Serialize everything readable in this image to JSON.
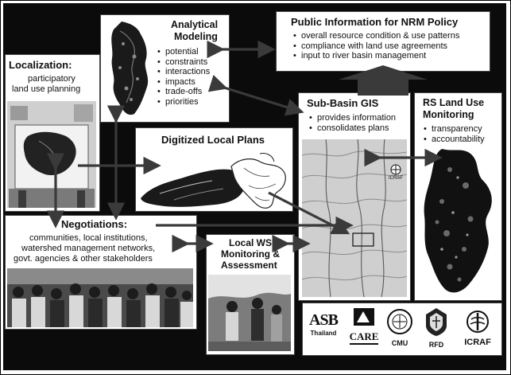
{
  "public_info": {
    "title": "Public Information for NRM Policy",
    "items": [
      "overall resource condition & use patterns",
      "compliance with land use agreements",
      "input to river basin management"
    ]
  },
  "analytical": {
    "title_line1": "Analytical",
    "title_line2": "Modeling",
    "items": [
      "potential",
      "constraints",
      "interactions",
      "impacts",
      "trade-offs",
      "priorities"
    ]
  },
  "localization": {
    "title": "Localization:",
    "sub_line1": "participatory",
    "sub_line2": "land use planning"
  },
  "digitized": {
    "title": "Digitized Local Plans"
  },
  "subbasin": {
    "title": "Sub-Basin GIS",
    "items": [
      "provides information",
      "consolidates plans"
    ]
  },
  "rs": {
    "title_line1": "RS Land Use",
    "title_line2": "Monitoring",
    "items": [
      "transparency",
      "accountability"
    ]
  },
  "negotiations": {
    "title": "Negotiations:",
    "line1": "communities, local institutions,",
    "line2": "watershed management networks,",
    "line3": "govt. agencies & other stakeholders"
  },
  "local_ws": {
    "line1": "Local WS",
    "line2": "Monitoring &",
    "line3": "Assessment"
  },
  "logos": {
    "asb": "ASB",
    "asb_sub": "Thailand",
    "care": "CARE",
    "cmu": "CMU",
    "rfd": "RFD",
    "icraf": "ICRAF",
    "map_icraf": "ICRAF"
  },
  "colors": {
    "background": "#0b0b0b",
    "panel": "#ffffff",
    "arrow": "#3a3a3a",
    "text": "#111111"
  }
}
